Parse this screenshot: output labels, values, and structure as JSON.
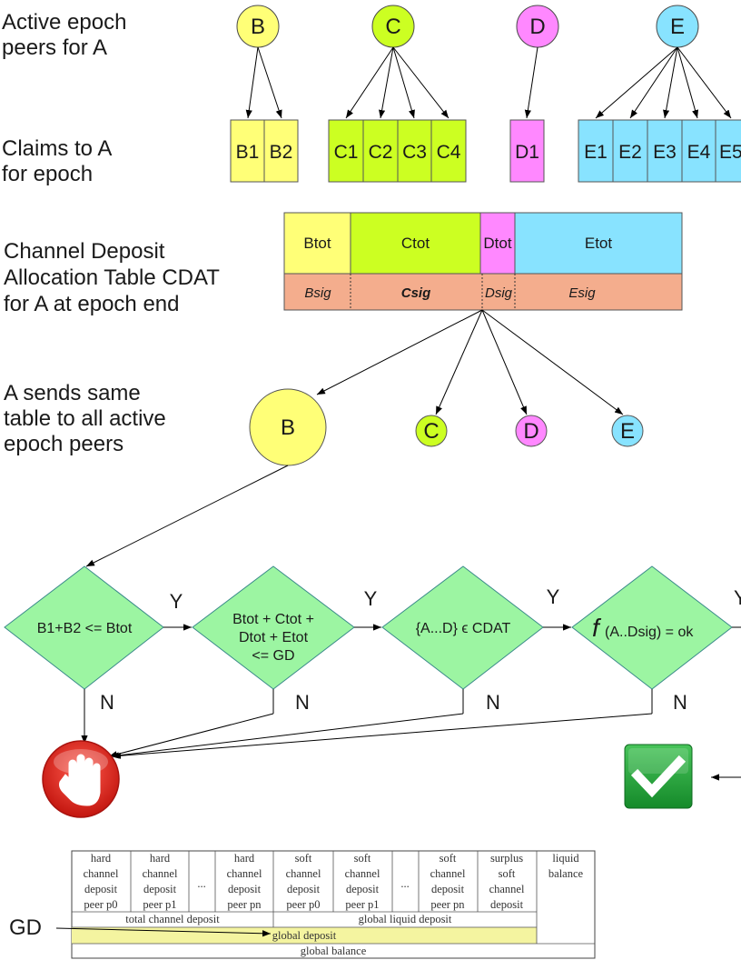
{
  "labels": {
    "peers": [
      "Active epoch",
      "peers for A"
    ],
    "claims": [
      "Claims to A",
      "for epoch"
    ],
    "cdat": [
      "Channel Deposit",
      "Allocation Table CDAT",
      "for A at epoch end"
    ],
    "sends": [
      "A sends same",
      "table to all active",
      "epoch peers"
    ]
  },
  "peers": [
    "B",
    "C",
    "D",
    "E"
  ],
  "claims": {
    "B": [
      "B1",
      "B2"
    ],
    "C": [
      "C1",
      "C2",
      "C3",
      "C4"
    ],
    "D": [
      "D1"
    ],
    "E": [
      "E1",
      "E2",
      "E3",
      "E4",
      "E5"
    ]
  },
  "cdat_table": {
    "totals": [
      "Btot",
      "Ctot",
      "Dtot",
      "Etot"
    ],
    "sigs": [
      "Bsig",
      "Csig",
      "Dsig",
      "Esig"
    ]
  },
  "receivers": [
    "B",
    "C",
    "D",
    "E"
  ],
  "checks": {
    "c1": "B1+B2 <= Btot",
    "c2": [
      "Btot + Ctot +",
      "Dtot + Etot",
      "<= GD"
    ],
    "c3": "{A...D} ϵ CDAT",
    "c4_func": "f",
    "c4_arg": "(A..Dsig) = ok",
    "yes": "Y",
    "no": "N"
  },
  "balance_table": {
    "columns": [
      [
        "hard",
        "channel",
        "deposit",
        "peer p0"
      ],
      [
        "hard",
        "channel",
        "deposit",
        "peer p1"
      ],
      [
        "..."
      ],
      [
        "hard",
        "channel",
        "deposit",
        "peer pn"
      ],
      [
        "soft",
        "channel",
        "deposit",
        "peer p0"
      ],
      [
        "soft",
        "channel",
        "deposit",
        "peer p1"
      ],
      [
        "..."
      ],
      [
        "soft",
        "channel",
        "deposit",
        "peer pn"
      ],
      [
        "surplus",
        "soft",
        "channel",
        "deposit"
      ],
      [
        "liquid",
        "balance"
      ]
    ],
    "total_channel": "total channel deposit",
    "global_liquid": "global liquid deposit",
    "global_deposit": "global deposit",
    "global_balance": "global balance",
    "gd_label": "GD"
  },
  "colors": {
    "yellow": "#ffff77",
    "lime": "#ccff22",
    "pink": "#ff88ff",
    "cyan": "#88e3ff",
    "salmon": "#f4ad8d",
    "diamond": "#9cf5a2",
    "stop": "#e32626",
    "check": "#24a23a",
    "highlight": "#f4f4a0"
  }
}
